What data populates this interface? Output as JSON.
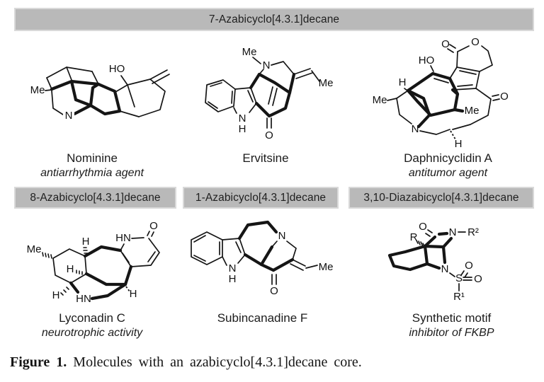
{
  "headers": {
    "top": "7-Azabicyclo[4.3.1]decane",
    "row2": [
      "8-Azabicyclo[4.3.1]decane",
      "1-Azabicyclo[4.3.1]decane",
      "3,10-Diazabicyclo[4.3.1]decane"
    ]
  },
  "molecules": {
    "nominine": {
      "name": "Nominine",
      "activity": "antiarrhythmia agent",
      "atoms": {
        "me": "Me",
        "ho": "HO",
        "n": "N"
      }
    },
    "ervitsine": {
      "name": "Ervitsine",
      "atoms": {
        "n_me": "Me",
        "n_top": "N",
        "me_right": "Me",
        "n_indole": "N",
        "h_indole": "H",
        "o": "O"
      }
    },
    "daphnicyclidin": {
      "name": "Daphnicyclidin A",
      "activity": "antitumor agent",
      "atoms": {
        "o_lactone": "O",
        "o_ring": "O",
        "ho": "HO",
        "h_left": "H",
        "me_left": "Me",
        "me_center": "Me",
        "o_ketone": "O",
        "n": "N",
        "h_bottom": "H"
      }
    },
    "lyconadin": {
      "name": "Lyconadin C",
      "activity": "neurotrophic activity",
      "atoms": {
        "me": "Me",
        "h_top": "H",
        "h_mid": "H",
        "h_bottomleft": "H",
        "h_right": "H",
        "hn_top": "HN",
        "o": "O",
        "hn_bottom": "HN"
      }
    },
    "subincanadine": {
      "name": "Subincanadine F",
      "atoms": {
        "n_top": "N",
        "me": "Me",
        "n_indole": "N",
        "h_indole": "H",
        "o": "O"
      }
    },
    "synthetic": {
      "name": "Synthetic motif",
      "activity": "inhibitor of FKBP",
      "atoms": {
        "o_amide": "O",
        "n_amide": "N",
        "r2": "R²",
        "r": "R",
        "n_sulfonyl": "N",
        "s": "S",
        "o_top": "O",
        "o_right": "O",
        "r1": "R¹"
      }
    }
  },
  "caption": {
    "prefix": "Figure 1.",
    "text": "Molecules with an azabicyclo[4.3.1]decane core."
  },
  "colors": {
    "header_bg": "#b9b9b9",
    "header_border": "#d9d9d9",
    "ink": "#151515"
  }
}
